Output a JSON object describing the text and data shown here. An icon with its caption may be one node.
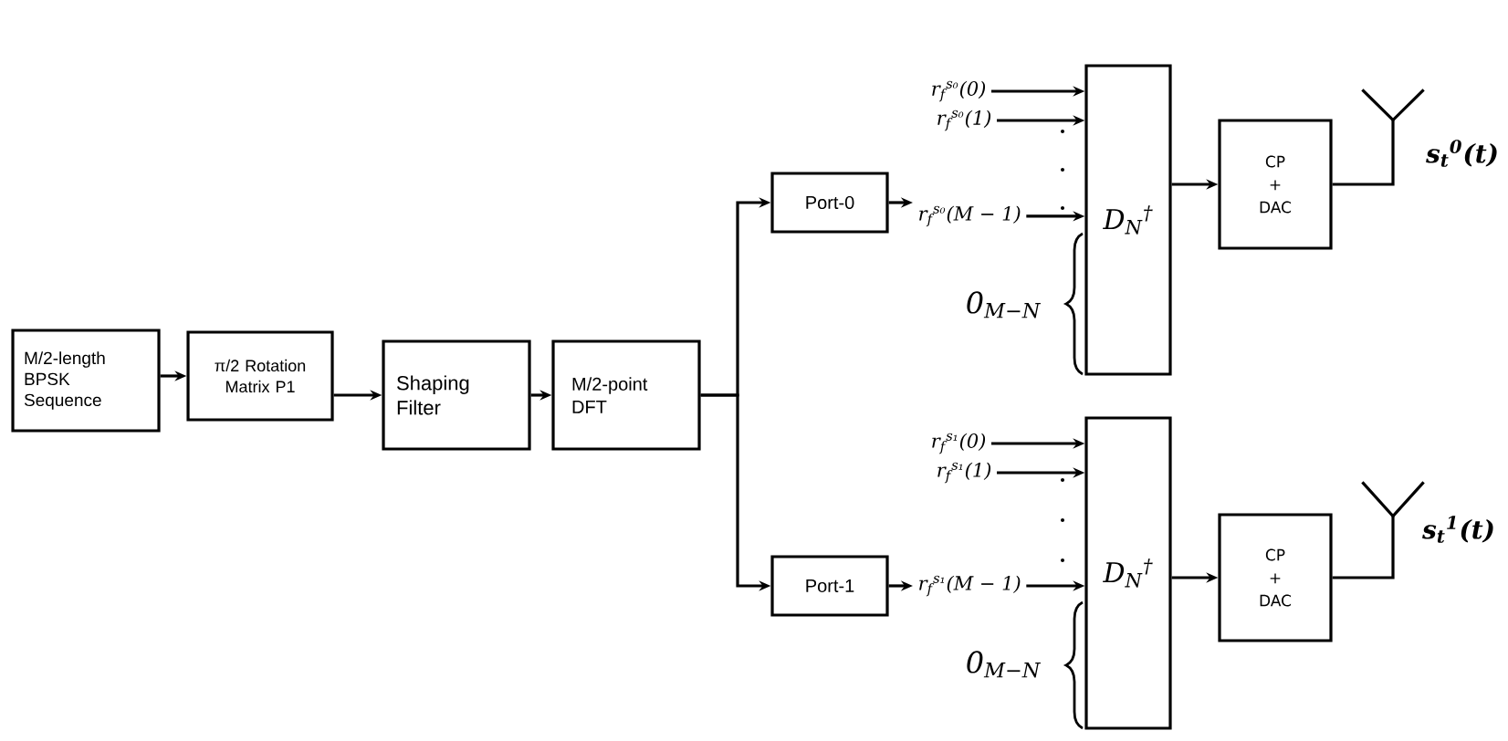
{
  "diagram": {
    "nodes": [
      {
        "text": [
          "M/2-length BPSK Sequence"
        ]
      },
      {
        "text": [
          "π/2 Rotation Matrix P1"
        ]
      },
      {
        "text": [
          "Shaping Filter"
        ]
      },
      {
        "text": [
          "M/2-point DFT"
        ]
      },
      {
        "text": [
          "Port-0"
        ]
      },
      {
        "text": [
          "r$_{f}$$^{s₀}$(0)"
        ]
      },
      {
        "text": [
          "r$_{f}$$^{s₀}$(1)"
        ]
      },
      {
        "text": [
          "r$_{f}$$^{s₀}$(M − 1)"
        ]
      },
      {
        "text": [
          "D$_{N}$$^{†}$"
        ]
      },
      {
        "text": [
          "CP + DAC"
        ]
      },
      {
        "text": [],
        "shape": "antenna",
        "beside": [
          "s$_{t}$$^{0}$(t)"
        ]
      },
      {
        "text": [
          "Port-1"
        ]
      },
      {
        "text": [
          "r$_{f}$$^{s₁}$(0)"
        ]
      },
      {
        "text": [
          "r$_{f}$$^{s₁}$(1)"
        ]
      },
      {
        "text": [
          "r$_{f}$$^{s₁}$(M − 1)"
        ]
      },
      {
        "text": [
          "D$_{N}$$^{†}$"
        ]
      },
      {
        "text": [
          "CP + DAC"
        ]
      },
      {
        "text": [],
        "shape": "antenna",
        "beside": [
          "s$_{t}$$^{1}$(t)"
        ]
      }
    ],
    "edges": [
      {
        "from": 0,
        "to": 1,
        "arrow": "to"
      },
      {
        "from": 1,
        "to": 2,
        "arrow": "to"
      },
      {
        "from": 2,
        "to": 3,
        "arrow": "to"
      },
      {
        "from": 3,
        "to": 4,
        "arrow": "to"
      },
      {
        "from": 3,
        "to": 11,
        "arrow": "to"
      },
      {
        "from": 4,
        "to": 7,
        "arrow": "to"
      },
      {
        "from": 11,
        "to": 14,
        "arrow": "to"
      },
      {
        "from": 5,
        "to": 8,
        "arrow": "to"
      },
      {
        "from": 6,
        "to": 8,
        "arrow": "to"
      },
      {
        "from": 7,
        "to": 8,
        "arrow": "to"
      },
      {
        "from": 12,
        "to": 15,
        "arrow": "to"
      },
      {
        "from": 13,
        "to": 15,
        "arrow": "to"
      },
      {
        "from": 14,
        "to": 15,
        "arrow": "to"
      },
      {
        "from": 8,
        "to": 9,
        "arrow": "to"
      },
      {
        "from": 15,
        "to": 16,
        "arrow": "to"
      },
      {
        "from": 9,
        "to": 10,
        "arrow": "none"
      },
      {
        "from": 16,
        "to": 17,
        "arrow": "none"
      }
    ],
    "labels": [
      "0$_{M−N}$",
      "0$_{M−N}$"
    ]
  }
}
